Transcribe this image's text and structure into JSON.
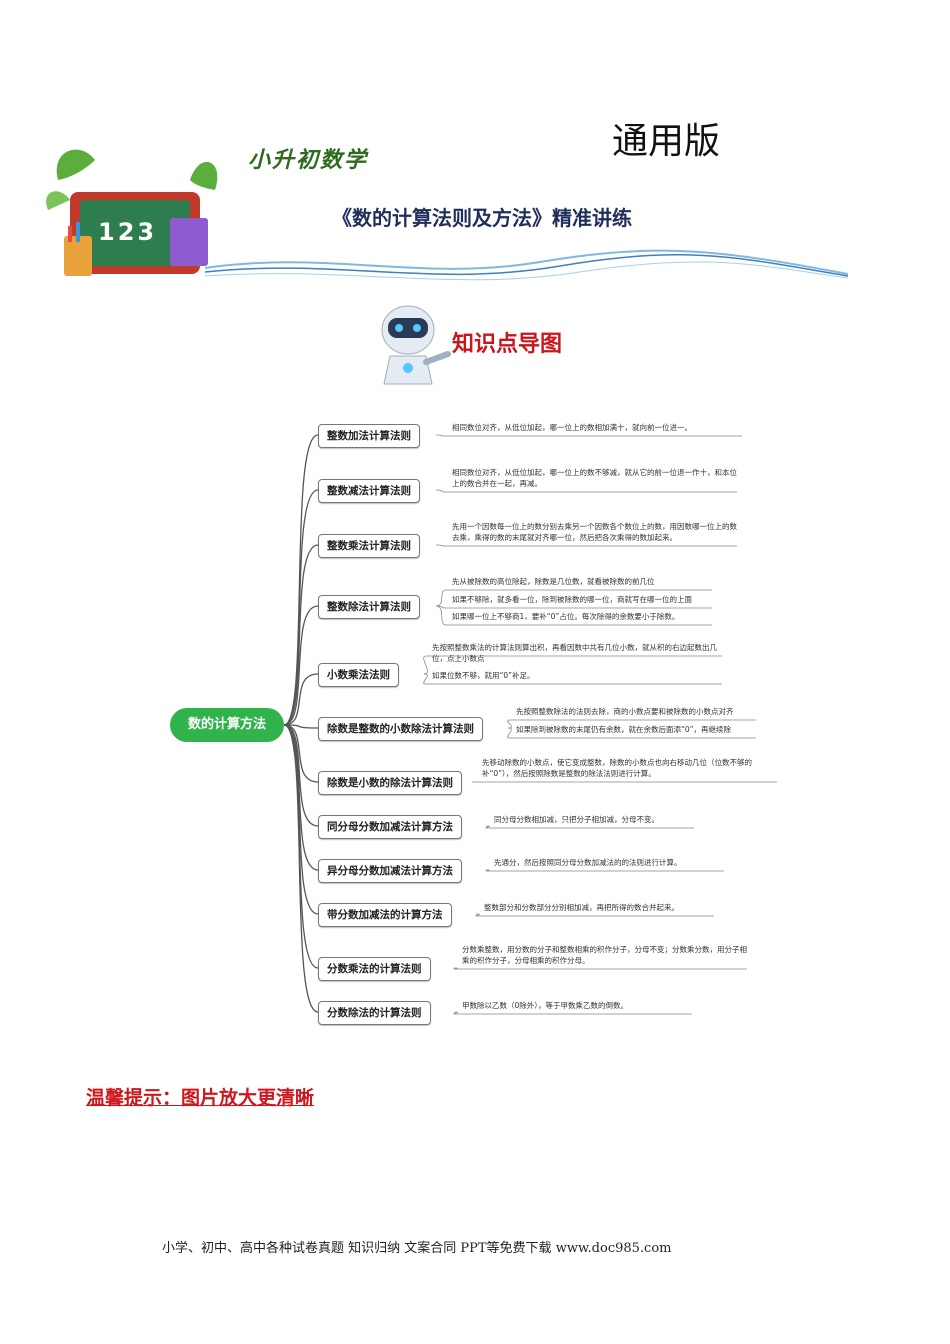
{
  "header": {
    "edition": "通用版",
    "series": "小升初数学",
    "title": "《数的计算法则及方法》精准讲练",
    "board_number": "123"
  },
  "section": {
    "title": "知识点导图"
  },
  "mindmap": {
    "root": "数的计算方法",
    "branches": [
      {
        "label": "整数加法计算法则",
        "notes": [
          "相同数位对齐，从低位加起，哪一位上的数相加满十，就向前一位进一。"
        ]
      },
      {
        "label": "整数减法计算法则",
        "notes": [
          "相同数位对齐，从低位加起，哪一位上的数不够减，就从它的前一位退一作十，和本位上的数合并在一起，再减。"
        ]
      },
      {
        "label": "整数乘法计算法则",
        "notes": [
          "先用一个因数每一位上的数分别去乘另一个因数各个数位上的数，用因数哪一位上的数去乘，乘得的数的末尾就对齐哪一位，然后把各次乘得的数加起来。"
        ]
      },
      {
        "label": "整数除法计算法则",
        "notes": [
          "先从被除数的高位除起，除数是几位数，就看被除数的前几位",
          "如果不够除，就多看一位，除到被除数的哪一位，商就写在哪一位的上面",
          "如果哪一位上不够商1，要补“0”占位。每次除得的余数要小于除数。"
        ]
      },
      {
        "label": "小数乘法法则",
        "notes": [
          "先按照整数乘法的计算法则算出积，再看因数中共有几位小数，就从积的右边起数出几位，点上小数点",
          "如果位数不够，就用“0”补足。"
        ]
      },
      {
        "label": "除数是整数的小数除法计算法则",
        "notes": [
          "先按照整数除法的法则去除，商的小数点要和被除数的小数点对齐",
          "如果除到被除数的末尾仍有余数，就在余数后面添“0”，再继续除"
        ]
      },
      {
        "label": "除数是小数的除法计算法则",
        "notes": [
          "先移动除数的小数点，使它变成整数，除数的小数点也向右移动几位（位数不够的补“0”），然后按照除数是整数的除法法则进行计算。"
        ]
      },
      {
        "label": "同分母分数加减法计算方法",
        "notes": [
          "同分母分数相加减，只把分子相加减，分母不变。"
        ]
      },
      {
        "label": "异分母分数加减法计算方法",
        "notes": [
          "先通分，然后按照同分母分数加减法的的法则进行计算。"
        ]
      },
      {
        "label": "带分数加减法的计算方法",
        "notes": [
          "整数部分和分数部分分别相加减，再把所得的数合并起来。"
        ]
      },
      {
        "label": "分数乘法的计算法则",
        "notes": [
          "分数乘整数，用分数的分子和整数相乘的积作分子，分母不变；分数乘分数，用分子相乘的积作分子，分母相乘的积作分母。"
        ]
      },
      {
        "label": "分数除法的计算法则",
        "notes": [
          "甲数除以乙数（0除外），等于甲数乘乙数的倒数。"
        ]
      }
    ]
  },
  "tip": "温馨提示：图片放大更清晰",
  "footer": "小学、初中、高中各种试卷真题  知识归纳  文案合同  PPT等免费下载      www.doc985.com",
  "colors": {
    "root": "#2fb34a",
    "title": "#1f2e5a",
    "accent_red": "#c8161d",
    "series_green": "#2f6a1e"
  }
}
